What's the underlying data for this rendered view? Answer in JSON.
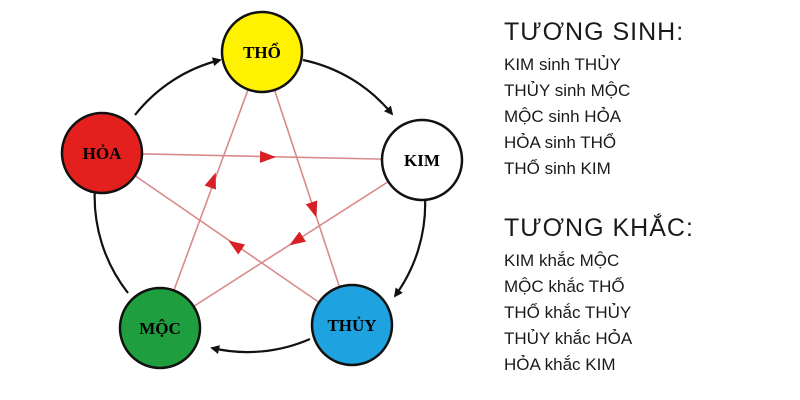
{
  "nodes": {
    "tho": {
      "label": "THỔ",
      "color": "#FFF200"
    },
    "kim": {
      "label": "KIM",
      "color": "#FFFFFF"
    },
    "thuy": {
      "label": "THỦY",
      "color": "#1FA3E0"
    },
    "moc": {
      "label": "MỘC",
      "color": "#1E9E3E"
    },
    "hoa": {
      "label": "HỎA",
      "color": "#E3201E"
    }
  },
  "colors": {
    "generating_arrow": "#111111",
    "controlling_line": "#D98A8A",
    "controlling_arrowhead": "#D91F26"
  },
  "tuong_sinh": {
    "title": "TƯƠNG SINH:",
    "items": [
      "KIM sinh THỦY",
      "THỦY sinh MỘC",
      "MỘC sinh HỎA",
      "HỎA sinh THỔ",
      "THỔ sinh KIM"
    ]
  },
  "tuong_khac": {
    "title": "TƯƠNG KHẮC:",
    "items": [
      "KIM khắc MỘC",
      "MỘC khắc THỔ",
      "THỔ khắc THỦY",
      "THỦY khắc HỎA",
      "HỎA khắc KIM"
    ]
  }
}
